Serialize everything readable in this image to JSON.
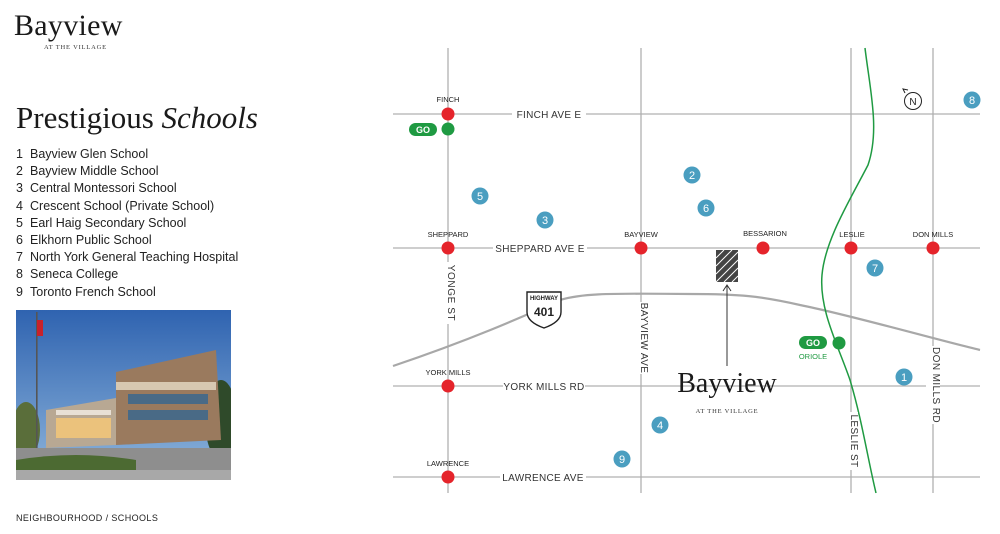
{
  "brand": {
    "name": "Bayview",
    "tagline": "AT THE VILLAGE"
  },
  "heading": {
    "regular": "Prestigious",
    "italic": "Schools"
  },
  "schools": [
    {
      "num": "1",
      "name": "Bayview Glen School"
    },
    {
      "num": "2",
      "name": "Bayview Middle School"
    },
    {
      "num": "3",
      "name": "Central Montessori School"
    },
    {
      "num": "4",
      "name": "Crescent School (Private School)"
    },
    {
      "num": "5",
      "name": "Earl Haig Secondary School"
    },
    {
      "num": "6",
      "name": "Elkhorn Public School"
    },
    {
      "num": "7",
      "name": "North York General Teaching Hospital"
    },
    {
      "num": "8",
      "name": "Seneca College"
    },
    {
      "num": "9",
      "name": "Toronto French School"
    }
  ],
  "footer": "NEIGHBOURHOOD / SCHOOLS",
  "map": {
    "streets": {
      "finch": "FINCH AVE E",
      "sheppard": "SHEPPARD AVE E",
      "york_mills": "YORK MILLS RD",
      "lawrence": "LAWRENCE AVE",
      "yonge": "YONGE ST",
      "bayview": "BAYVIEW AVE",
      "leslie": "LESLIE ST",
      "don_mills": "DON MILLS RD"
    },
    "stations": {
      "finch": "FINCH",
      "sheppard": "SHEPPARD",
      "bayview": "BAYVIEW",
      "bessarion": "BESSARION",
      "leslie": "LESLIE",
      "don_mills": "DON MILLS",
      "york_mills": "YORK MILLS",
      "lawrence": "LAWRENCE",
      "oriole": "ORIOLE"
    },
    "highway": {
      "label": "HIGHWAY",
      "number": "401"
    },
    "go_label": "GO",
    "north": "N",
    "site": {
      "name": "Bayview",
      "tagline": "AT THE VILLAGE"
    },
    "markers": [
      "1",
      "2",
      "3",
      "4",
      "5",
      "6",
      "7",
      "8",
      "9"
    ],
    "colors": {
      "station": "#e5242b",
      "go": "#1f9a42",
      "school": "#4a9ec0",
      "road": "#b0b0b0",
      "highway": "#a8a8a8",
      "rail": "#1f9a42"
    }
  }
}
